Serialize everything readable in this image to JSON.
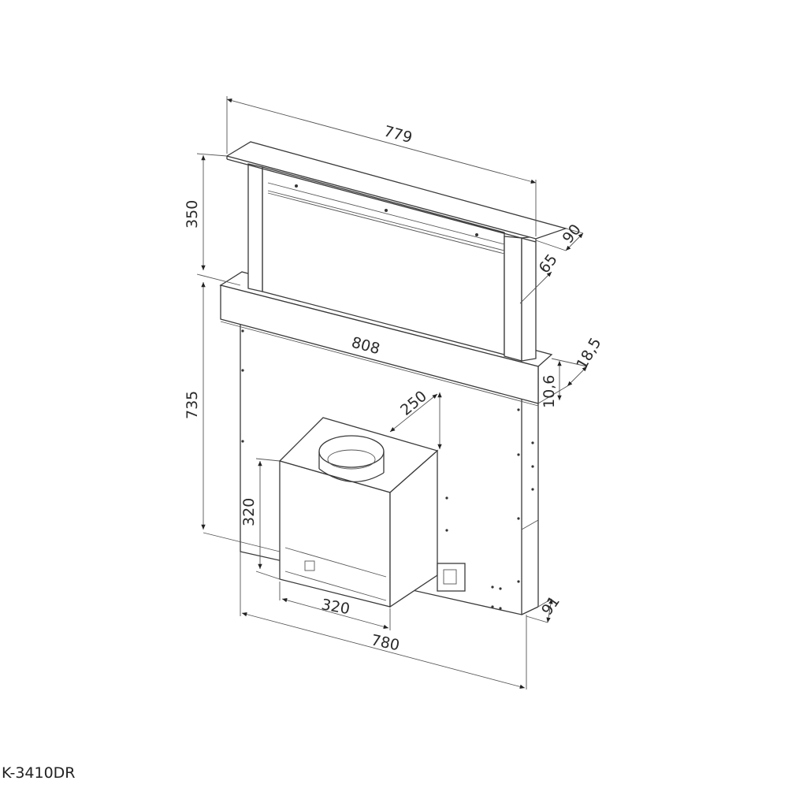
{
  "model_label": "K-3410DR",
  "dimensions": {
    "top_width": "779",
    "height_raised": "350",
    "top_depth": "90",
    "pillar_depth": "65",
    "base_width": "808",
    "base_depth": "18,5",
    "cabinet_height": "735",
    "base_thickness": "10,6",
    "duct_diameter": "250",
    "motor_height": "320",
    "motor_width": "320",
    "cabinet_width": "780",
    "cabinet_depth": "91"
  }
}
